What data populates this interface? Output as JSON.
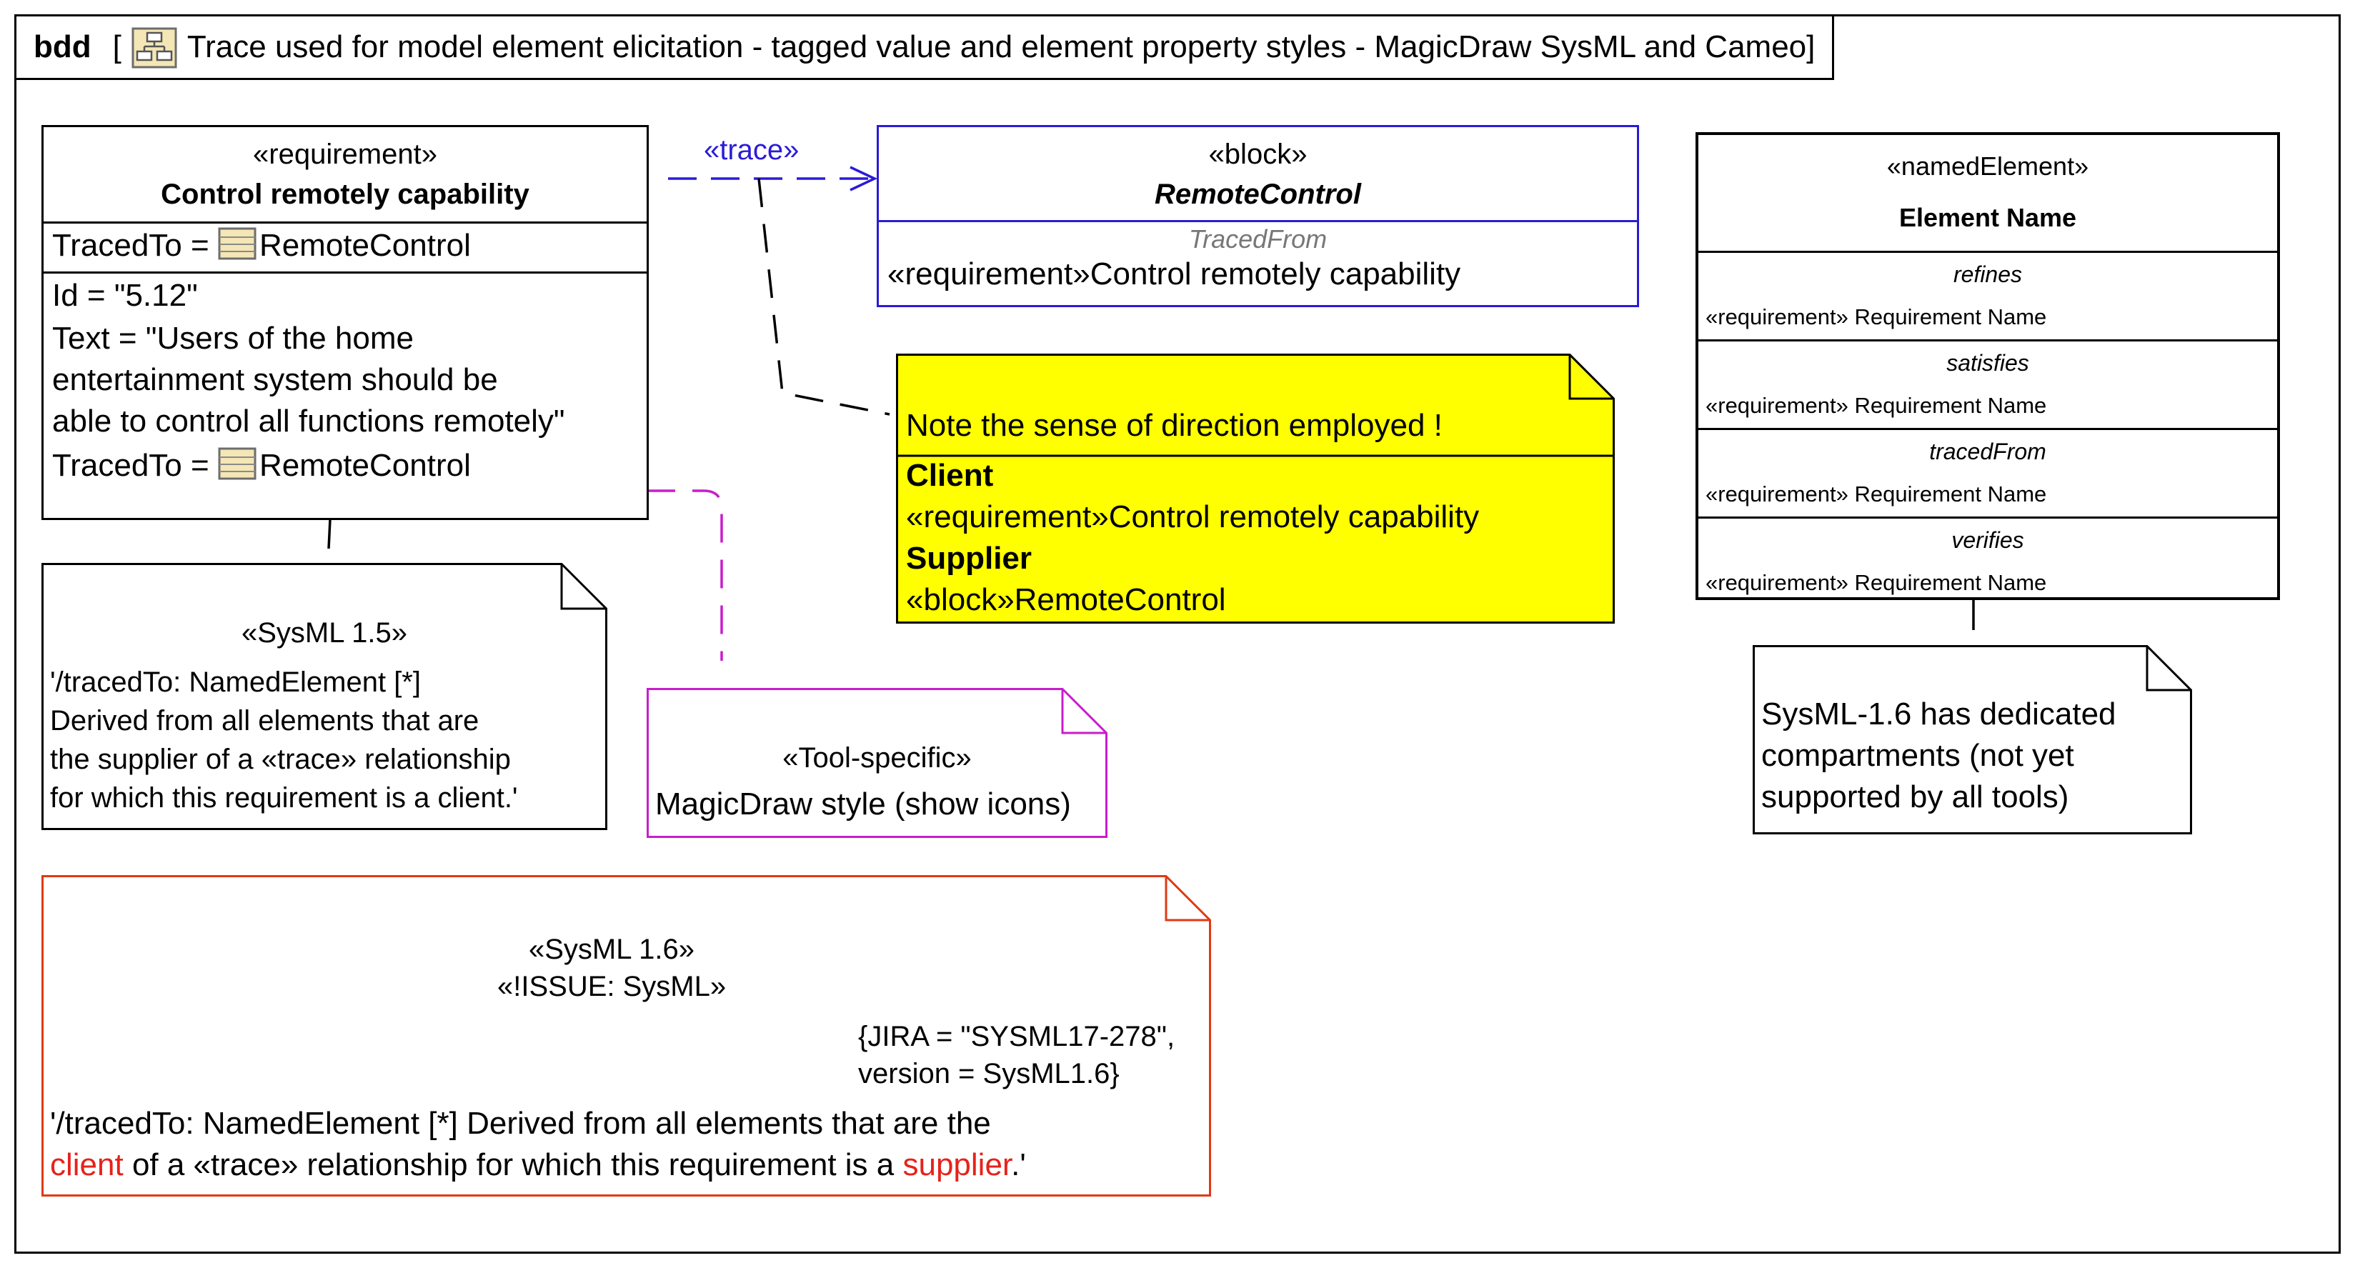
{
  "diagram": {
    "kind": "bdd",
    "title_open": "[",
    "title": "Trace used for model element elicitation - tagged value and element property styles - MagicDraw SysML and Cameo]",
    "icon": "package-diagram-icon"
  },
  "requirement": {
    "stereotype": "«requirement»",
    "name": "Control remotely capability",
    "traced_to_top": "TracedTo = ",
    "traced_to_target": "RemoteControl",
    "id_line": "Id = \"5.12\"",
    "text_lines": [
      "Text = \"Users of the home",
      "entertainment system should be",
      "able to control all functions remotely\""
    ],
    "traced_to_bottom": "TracedTo = "
  },
  "trace_label": "«trace»",
  "block": {
    "stereotype": "«block»",
    "name": "RemoteControl",
    "compartment_title": "TracedFrom",
    "compartment_value": "«requirement»Control remotely capability"
  },
  "yellow_note": {
    "heading": "Note the sense of direction employed !",
    "client_label": "Client",
    "client_value": "«requirement»Control remotely capability",
    "supplier_label": "Supplier",
    "supplier_value": "«block»RemoteControl"
  },
  "named_element": {
    "stereotype": "«namedElement»",
    "name": "Element Name",
    "compartments": [
      {
        "title": "refines",
        "value": "«requirement» Requirement Name"
      },
      {
        "title": "satisfies",
        "value": "«requirement» Requirement Name"
      },
      {
        "title": "tracedFrom",
        "value": "«requirement» Requirement Name"
      },
      {
        "title": "verifies",
        "value": "«requirement» Requirement Name"
      }
    ]
  },
  "sysml15_note": {
    "stereotype": "«SysML 1.5»",
    "lines": [
      "'/tracedTo: NamedElement [*]",
      "Derived from all elements that are",
      "the supplier of a «trace» relationship",
      "for which this requirement is a client.'"
    ]
  },
  "tool_note": {
    "stereotype": "«Tool-specific»",
    "text": "MagicDraw style (show icons)"
  },
  "sysml16_compartment_note": {
    "lines": [
      "SysML-1.6 has dedicated",
      "compartments (not yet",
      "supported by all tools)"
    ]
  },
  "sysml16_note": {
    "stereotype1": "«SysML 1.6»",
    "stereotype2": "«!ISSUE: SysML»",
    "tag1": "{JIRA = \"SYSML17-278\",",
    "tag2": "version = SysML1.6}",
    "line1": "'/tracedTo: NamedElement [*] Derived from all elements that are the",
    "line2_red1": "client",
    "line2_mid": " of a «trace» relationship for which this requirement is a ",
    "line2_red2": "supplier",
    "line2_end": ".'"
  },
  "colors": {
    "trace": "#2b1bd6",
    "tool_note": "#c81dcc",
    "sysml16_note": "#e03a14",
    "yellow": "#ffff00",
    "red_text": "#e6221b"
  }
}
